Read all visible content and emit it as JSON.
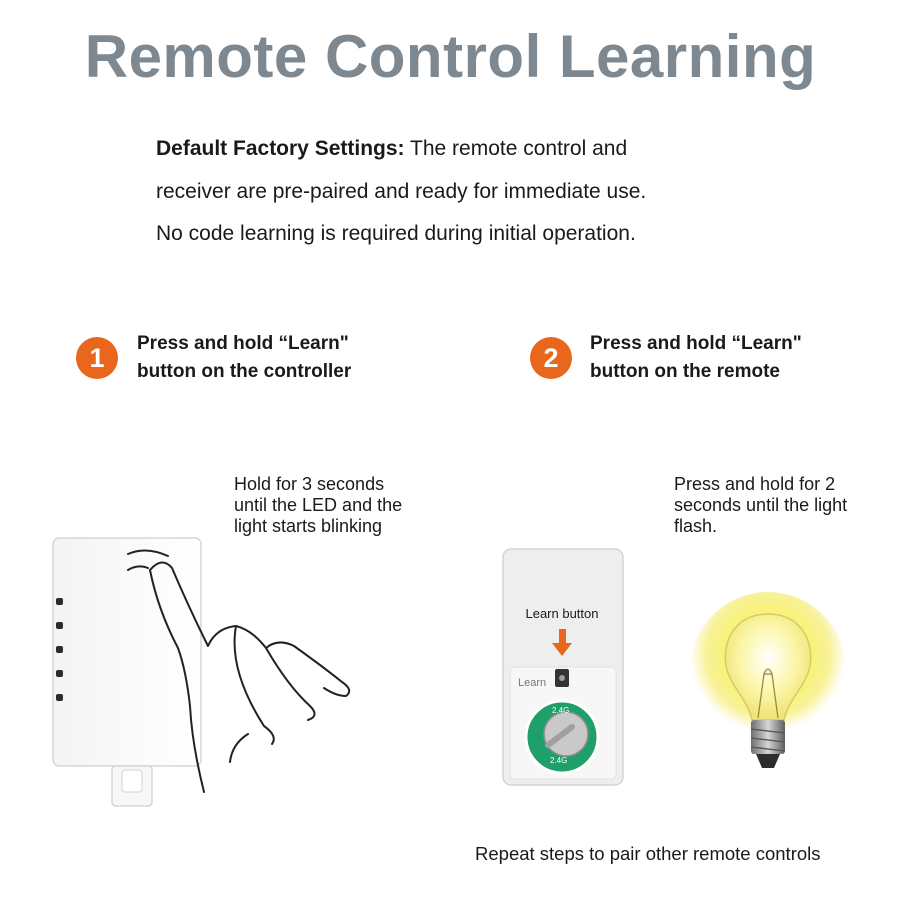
{
  "title": "Remote Control Learning",
  "intro": {
    "bold_label": "Default Factory Settings:",
    "line1_rest": " The remote control and",
    "line2": "receiver are pre-paired and ready for immediate use.",
    "line3": "No code learning is required during initial operation."
  },
  "steps": [
    {
      "number": "1",
      "line1": "Press and hold “Learn\"",
      "line2": "button on the controller",
      "note": [
        "Hold for 3 seconds",
        "until the LED and the",
        "light starts blinking"
      ]
    },
    {
      "number": "2",
      "line1": "Press and hold “Learn\"",
      "line2": "button on the remote",
      "note": [
        "Press and hold for 2",
        "seconds until the light",
        "flash."
      ]
    }
  ],
  "remote": {
    "callout": "Learn button",
    "button_label": "Learn",
    "board_label_top": "2.4G",
    "board_label_bottom": "2.4G"
  },
  "footer": "Repeat steps to pair other remote controls",
  "colors": {
    "accent": "#e8671c",
    "title": "#7d8891",
    "pcb": "#1fa06a",
    "bulb_glow": "#f7ee5a"
  }
}
